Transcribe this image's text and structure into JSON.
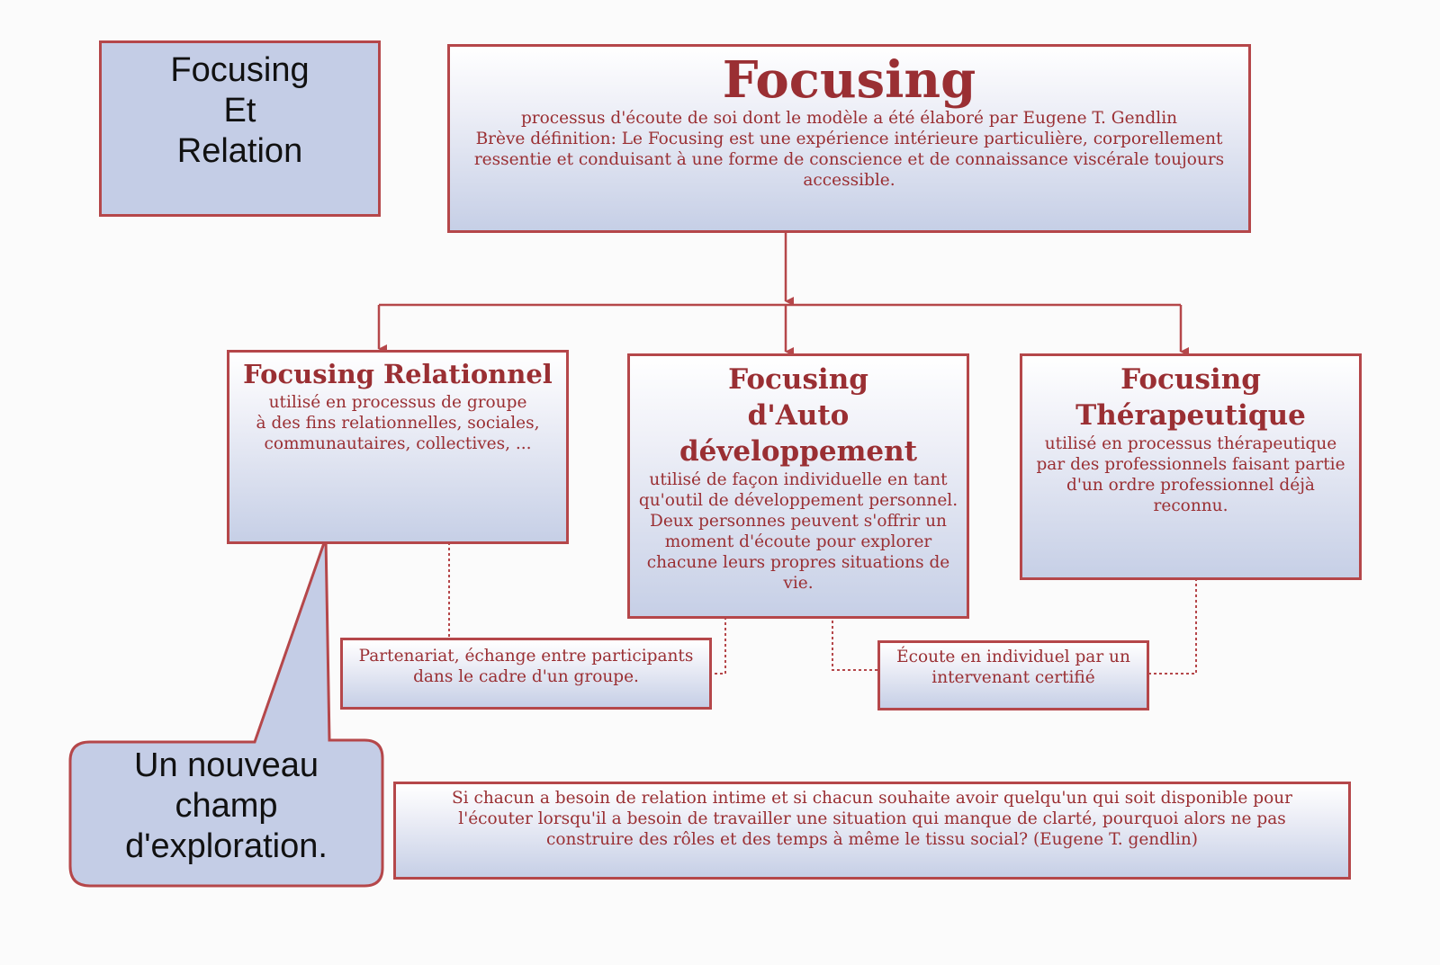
{
  "corner_title": {
    "lines": [
      "Focusing",
      "Et",
      "Relation"
    ]
  },
  "main": {
    "title": "Focusing",
    "lines": [
      "processus d'écoute de soi dont le modèle a été élaboré par Eugene T. Gendlin",
      "Brève définition: Le Focusing est une expérience intérieure particulière, corporellement",
      "ressentie et conduisant à une forme de conscience et de connaissance viscérale toujours",
      "accessible."
    ]
  },
  "relational": {
    "title": "Focusing Relationnel",
    "lines": [
      "utilisé en processus de groupe",
      "à des fins relationnelles, sociales,",
      "communautaires, collectives, ..."
    ]
  },
  "auto": {
    "title_lines": [
      "Focusing",
      "d'Auto développement"
    ],
    "lines": [
      "utilisé de façon individuelle en tant",
      "qu'outil de développement personnel.",
      "Deux personnes peuvent s'offrir un",
      "moment d'écoute pour explorer",
      "chacune leurs propres situations de",
      "vie."
    ]
  },
  "therapeutic": {
    "title_lines": [
      "Focusing",
      "Thérapeutique"
    ],
    "lines": [
      "utilisé en processus thérapeutique",
      "par des professionnels faisant partie",
      "d'un ordre professionnel déjà",
      "reconnu."
    ]
  },
  "partnership": {
    "lines": [
      "Partenariat, échange entre participants",
      "dans le cadre d'un groupe."
    ]
  },
  "listening": {
    "lines": [
      "Écoute en individuel par un",
      "intervenant certifié"
    ]
  },
  "callout": {
    "lines": [
      "Un nouveau",
      "champ",
      "d'exploration."
    ]
  },
  "quote": {
    "lines": [
      "Si chacun a besoin de relation intime et si chacun souhaite avoir quelqu'un qui soit disponible pour",
      "l'écouter lorsqu'il a besoin de travailler une situation qui manque de clarté, pourquoi alors ne pas",
      "construire des rôles et des temps à même le tissu social? (Eugene T. gendlin)"
    ]
  },
  "colors": {
    "border": "#b5474a",
    "text": "#9a2f33",
    "fill": "#c4cde6"
  }
}
